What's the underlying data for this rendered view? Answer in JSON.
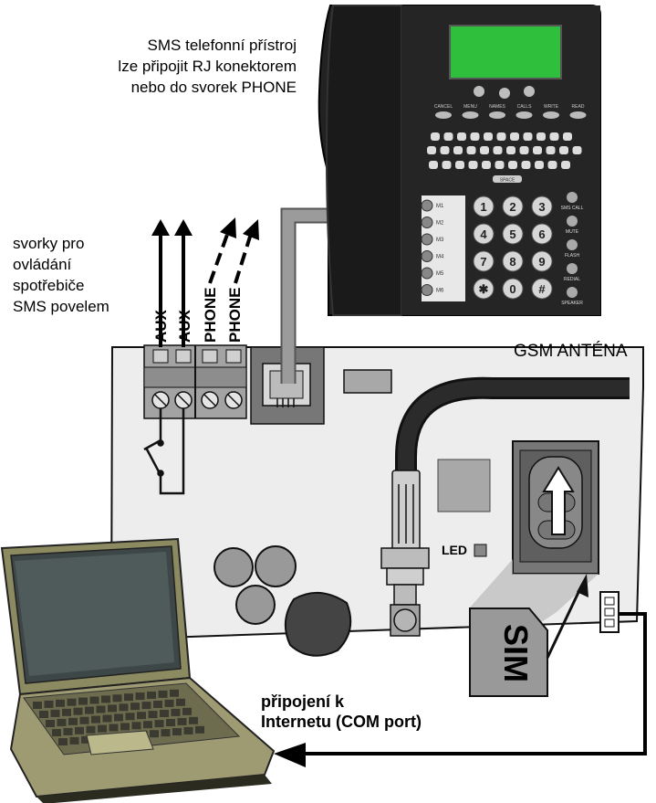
{
  "labels": {
    "sms_phone": [
      "SMS telefonní přístroj",
      "lze připojit RJ konektorem",
      "nebo do svorek PHONE"
    ],
    "terminals": [
      "svorky pro",
      "ovládání",
      "spotřebiče",
      "SMS povelem"
    ],
    "gsm_antenna": "GSM ANTÉNA",
    "internet": [
      "připojení k",
      "Internetu (COM port)"
    ],
    "led": "LED",
    "sim": "SIM",
    "terminal_names": [
      "AUX",
      "AUX",
      "PHONE",
      "PHONE"
    ]
  },
  "phone": {
    "soft_keys": [
      "CANCEL",
      "MENU",
      "NAMES",
      "CALLS",
      "WRITE",
      "READ"
    ],
    "memory_keys": [
      "M1",
      "M2",
      "M3",
      "M4",
      "M5",
      "M6"
    ],
    "dial_keys": [
      "1",
      "2",
      "3",
      "4",
      "5",
      "6",
      "7",
      "8",
      "9",
      "✱",
      "0",
      "#"
    ],
    "side_keys": [
      "SMS CALL",
      "MUTE",
      "FLASH",
      "REDIAL",
      "SPEAKER"
    ],
    "space_key": "SPACE"
  },
  "colors": {
    "phone_body": "#222222",
    "lcd": "#2fbf3c",
    "board": "#ededed",
    "cable": "#999999",
    "antenna_cable": "#1a1a1a",
    "laptop": "#8c8a60"
  }
}
